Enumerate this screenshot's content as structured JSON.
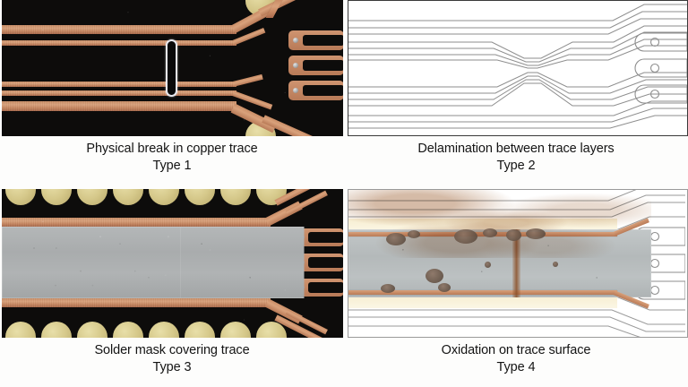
{
  "figure": {
    "background_color": "#fdfdfc",
    "text_color": "#141414",
    "layout": "2x2 grid of PCB trace micrograph panels with two-line captions",
    "panels": [
      {
        "id": "panel-1",
        "position": "top-left",
        "caption": "Physical break in copper trace",
        "type_label": "Type 1",
        "render_style": "photo",
        "description": "Dark PCB substrate with copper traces fanning to right-side connector pads; a white-outlined vertical slot marks the break",
        "colors": {
          "substrate": "#0d0c0b",
          "copper": "#c98d66",
          "gold_pad": "#d6c98b",
          "via": "#9a9a9a",
          "break_outline": "#e8e8ee"
        }
      },
      {
        "id": "panel-2",
        "position": "top-right",
        "caption": "Delamination between trace layers",
        "type_label": "Type 2",
        "render_style": "lineart",
        "description": "White outline line-art of the same trace fan-out with traces pinching into an hourglass/bow-tie at center",
        "colors": {
          "background": "#ffffff",
          "stroke": "#8e8e8e",
          "stroke_light": "#b8b8b8"
        }
      },
      {
        "id": "panel-3",
        "position": "bottom-left",
        "caption": "Solder mask covering trace",
        "type_label": "Type 3",
        "render_style": "photo",
        "description": "Dark PCB with two rows of gold castellated pads top and bottom; a large gray solder-mask rectangle covers the central trace area",
        "colors": {
          "substrate": "#0d0c0b",
          "copper": "#c98d66",
          "gold_pad": "#d6c98b",
          "solder_mask": "#adb0b1"
        }
      },
      {
        "id": "panel-4",
        "position": "bottom-right",
        "caption": "Oxidation on trace surface",
        "type_label": "Type 4",
        "render_style": "photo-lineart-hybrid",
        "description": "Light line-art trace fan-out with a central gray region heavily stained by brown/orange oxidation blobs and rust film over copper edge traces",
        "colors": {
          "background": "#ffffff",
          "stroke": "#8e8e8e",
          "mask": "#b7bcbd",
          "rust": "#96552 3",
          "oxide_blob": "#6d5a4c",
          "cream_band": "#f7eed2",
          "copper": "#cf9470"
        }
      }
    ]
  }
}
